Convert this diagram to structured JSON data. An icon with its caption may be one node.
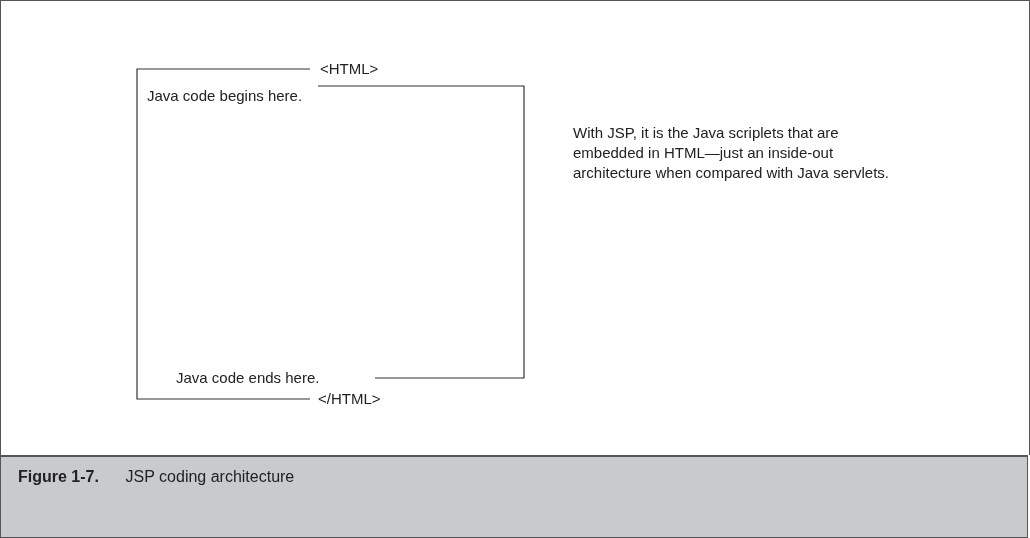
{
  "diagram": {
    "caption": "**Figure 1-7.** JSP coding architecture",
    "labels": [
      "<HTML>",
      "Java code begins here.",
      "With JSP, it is the Java scriplets that are embedded in HTML—just an inside-out architecture when compared with Java servlets.",
      "Java code ends here.",
      "</HTML>"
    ]
  }
}
